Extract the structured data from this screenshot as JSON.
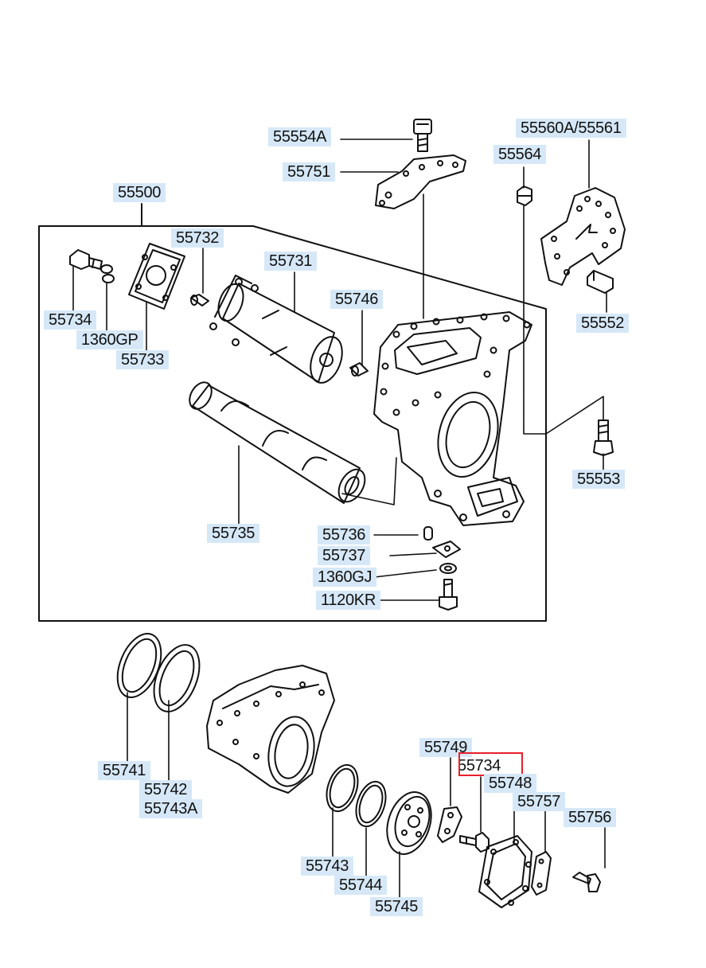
{
  "diagram": {
    "highlighted_part": "55734",
    "callouts": [
      {
        "id": "c-55554A",
        "text": "55554A"
      },
      {
        "id": "c-55751",
        "text": "55751"
      },
      {
        "id": "c-55560A",
        "text": "55560A/55561"
      },
      {
        "id": "c-55564",
        "text": "55564"
      },
      {
        "id": "c-55500",
        "text": "55500"
      },
      {
        "id": "c-55732",
        "text": "55732"
      },
      {
        "id": "c-55731",
        "text": "55731"
      },
      {
        "id": "c-55746",
        "text": "55746"
      },
      {
        "id": "c-55734a",
        "text": "55734"
      },
      {
        "id": "c-1360GP",
        "text": "1360GP"
      },
      {
        "id": "c-55733",
        "text": "55733"
      },
      {
        "id": "c-55552",
        "text": "55552"
      },
      {
        "id": "c-55553",
        "text": "55553"
      },
      {
        "id": "c-55735",
        "text": "55735"
      },
      {
        "id": "c-55736",
        "text": "55736"
      },
      {
        "id": "c-55737",
        "text": "55737"
      },
      {
        "id": "c-1360GJ",
        "text": "1360GJ"
      },
      {
        "id": "c-1120KR",
        "text": "1120KR"
      },
      {
        "id": "c-55749",
        "text": "55749"
      },
      {
        "id": "c-55734b",
        "text": "55734"
      },
      {
        "id": "c-55748",
        "text": "55748"
      },
      {
        "id": "c-55757",
        "text": "55757"
      },
      {
        "id": "c-55756",
        "text": "55756"
      },
      {
        "id": "c-55741",
        "text": "55741"
      },
      {
        "id": "c-55742",
        "text": "55742"
      },
      {
        "id": "c-55743A",
        "text": "55743A"
      },
      {
        "id": "c-55743",
        "text": "55743"
      },
      {
        "id": "c-55744",
        "text": "55744"
      },
      {
        "id": "c-55745",
        "text": "55745"
      }
    ]
  }
}
